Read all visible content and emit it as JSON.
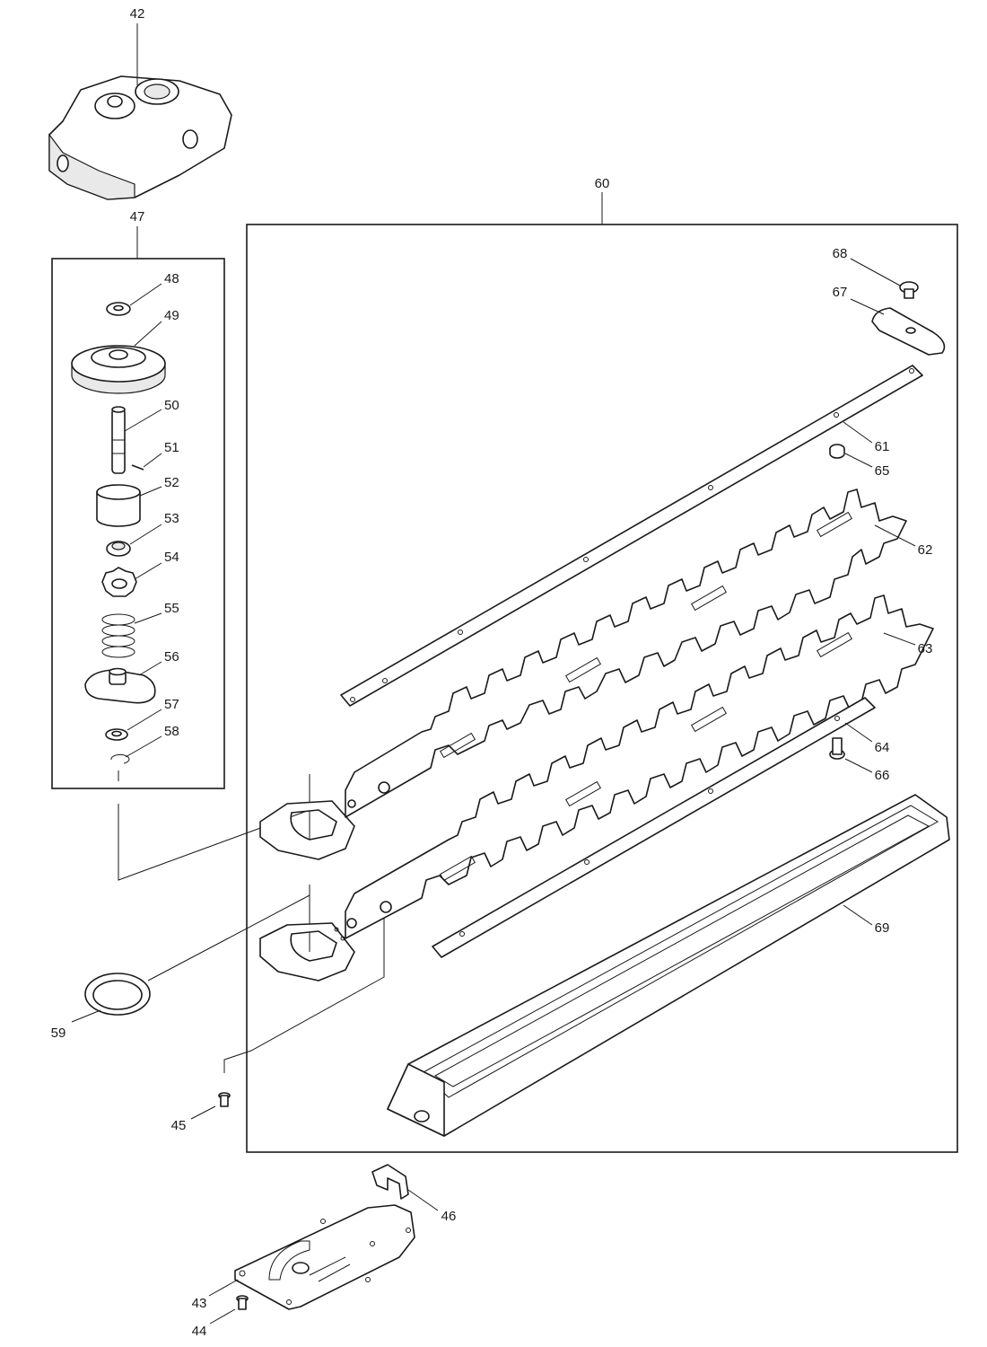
{
  "callouts": {
    "p42": "42",
    "p43": "43",
    "p44": "44",
    "p45": "45",
    "p46": "46",
    "p47": "47",
    "p48": "48",
    "p49": "49",
    "p50": "50",
    "p51": "51",
    "p52": "52",
    "p53": "53",
    "p54": "54",
    "p55": "55",
    "p56": "56",
    "p57": "57",
    "p58": "58",
    "p59": "59",
    "p60": "60",
    "p61": "61",
    "p62": "62",
    "p63": "63",
    "p64": "64",
    "p65": "65",
    "p66": "66",
    "p67": "67",
    "p68": "68",
    "p69": "69"
  }
}
